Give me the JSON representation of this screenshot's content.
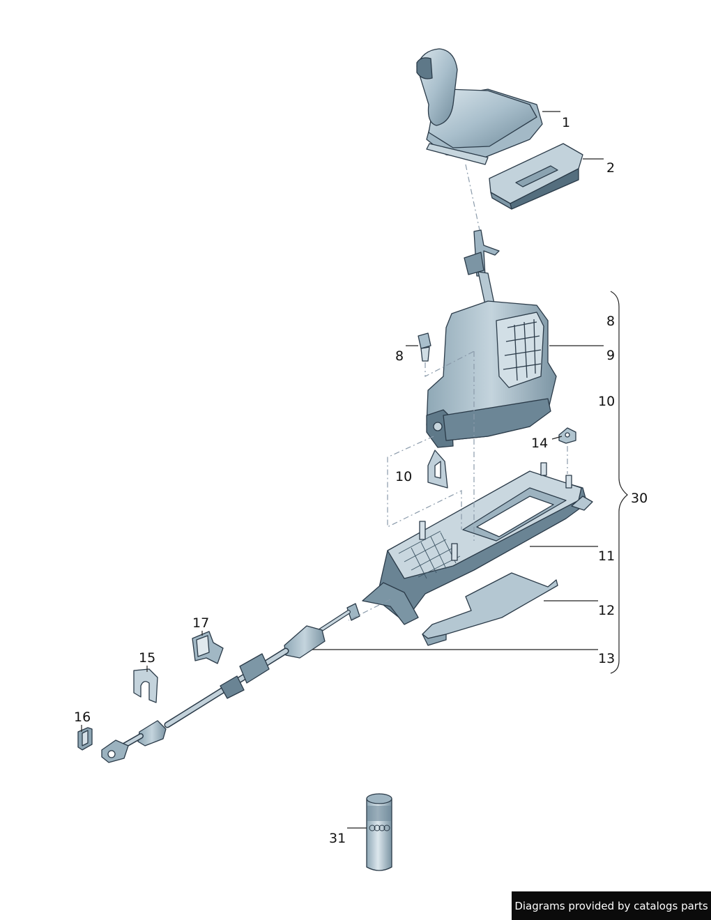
{
  "callouts": {
    "c1": "1",
    "c2": "2",
    "c8a": "8",
    "c9": "9",
    "c10a": "10",
    "c8b": "8",
    "c10b": "10",
    "c14": "14",
    "c30": "30",
    "c11": "11",
    "c12": "12",
    "c13": "13",
    "c17": "17",
    "c15": "15",
    "c16": "16",
    "c31": "31"
  },
  "credit": "Diagrams provided by catalogs parts",
  "colors": {
    "part_fill": "#b9cbd6",
    "part_shade": "#7f99a8",
    "part_dark": "#4f6877",
    "outline": "#2a3a48",
    "credit_bg": "#0b0b0b"
  }
}
